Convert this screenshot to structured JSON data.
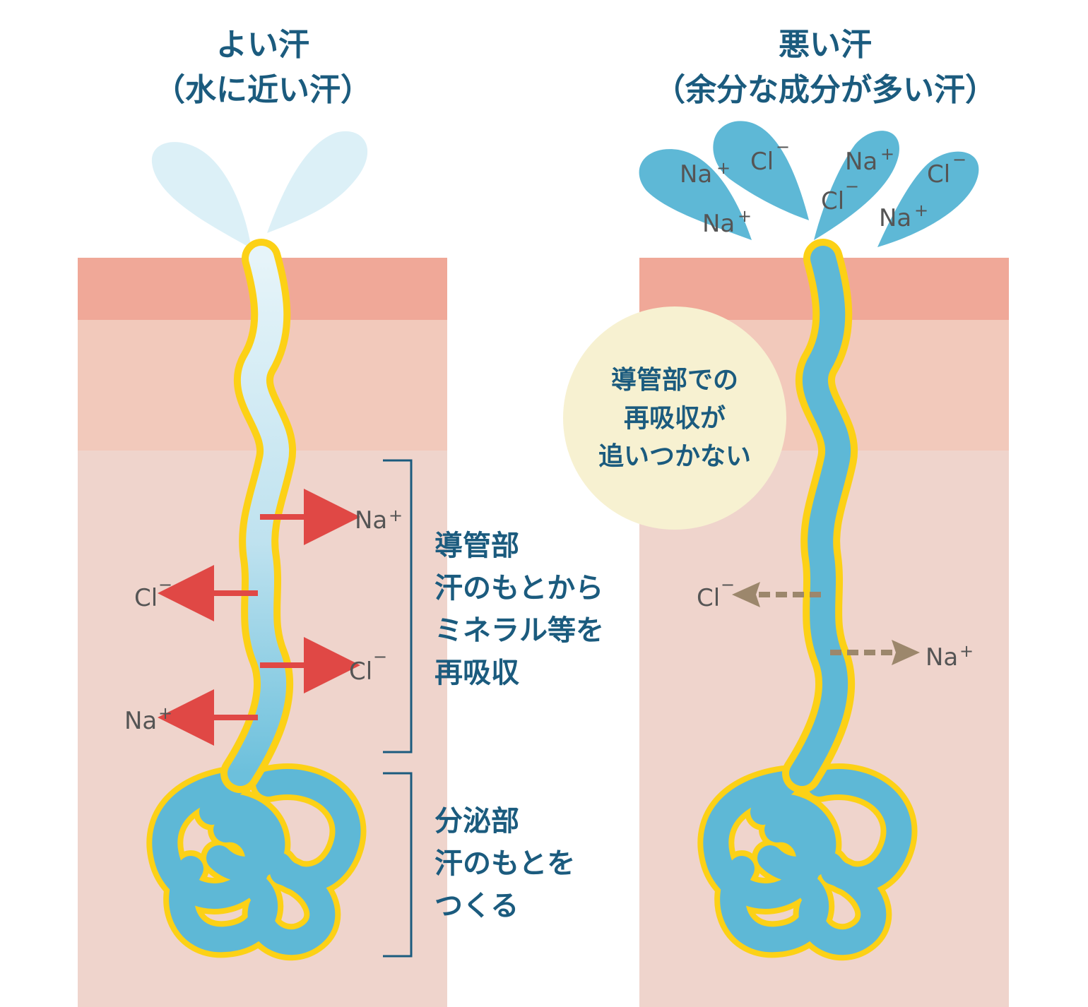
{
  "left": {
    "title": "よい汗",
    "subtitle": "（水に近い汗）",
    "ions": [
      {
        "ion": "Na",
        "charge": "+"
      },
      {
        "ion": "Cl",
        "charge": "−"
      },
      {
        "ion": "Cl",
        "charge": "−"
      },
      {
        "ion": "Na",
        "charge": "+"
      }
    ]
  },
  "right": {
    "title": "悪い汗",
    "subtitle": "（余分な成分が多い汗）",
    "drop_ions": [
      {
        "ion": "Na",
        "charge": "+"
      },
      {
        "ion": "Cl",
        "charge": "−"
      },
      {
        "ion": "Na",
        "charge": "+"
      },
      {
        "ion": "Cl",
        "charge": "−"
      },
      {
        "ion": "Cl",
        "charge": "−"
      },
      {
        "ion": "Na",
        "charge": "+"
      },
      {
        "ion": "Na",
        "charge": "+"
      }
    ],
    "bubble": [
      "導管部での",
      "再吸収が",
      "追いつかない"
    ],
    "ions": [
      {
        "ion": "Cl",
        "charge": "−"
      },
      {
        "ion": "Na",
        "charge": "+"
      }
    ]
  },
  "duct_section": {
    "heading": "導管部",
    "lines": [
      "汗のもとから",
      "ミネラル等を",
      "再吸収"
    ]
  },
  "secretory_section": {
    "heading": "分泌部",
    "lines": [
      "汗のもとを",
      "つくる"
    ]
  },
  "colors": {
    "epidermis": "#f0a898",
    "dermis": "#f2c9bb",
    "subcutis": "#efd4cc",
    "duct_outline": "#fcd116",
    "good_sweat_light": "#dcf0f7",
    "bad_sweat": "#5eb8d6",
    "arrow_red": "#e04845",
    "arrow_dashed": "#9c876c",
    "bubble_fill": "#f7f1d1",
    "text_blue": "#1b5b7e"
  }
}
